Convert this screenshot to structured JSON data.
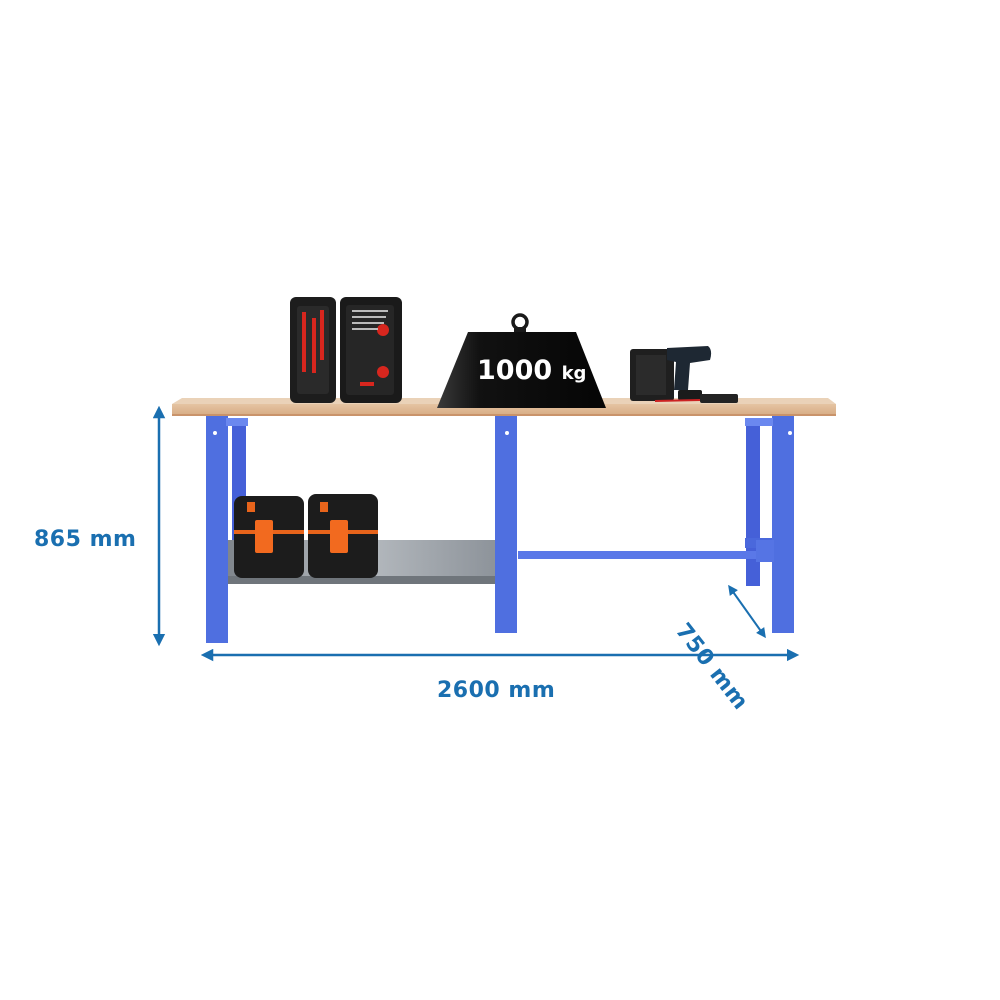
{
  "product": {
    "type": "workbench",
    "load_capacity": {
      "value": "1000",
      "unit": "kg"
    },
    "dimensions": {
      "height": "865 mm",
      "width": "2600 mm",
      "depth": "750 mm"
    }
  },
  "colors": {
    "dimension_blue": "#1a6fb0",
    "frame_blue": "#4f6fe0",
    "worktop": "#d9b48f",
    "worktop_edge": "#c9936a",
    "shelf": "#9aa0a6",
    "weight": "#1a1a1a",
    "toolbox_orange": "#f26a1f"
  },
  "items": {
    "on_top": [
      "tool-case",
      "weight-1000kg",
      "drill-kit"
    ],
    "on_shelf": [
      "toolbox",
      "toolbox"
    ]
  }
}
